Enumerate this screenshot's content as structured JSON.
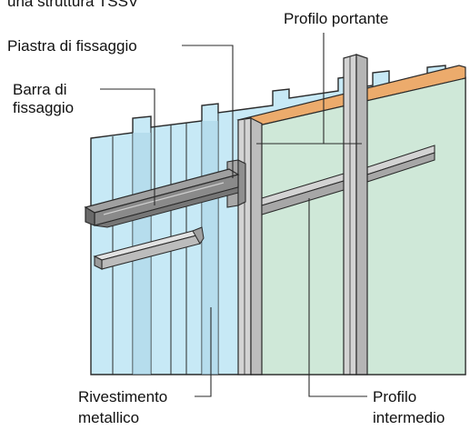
{
  "header_fragment": "una struttura TSSV",
  "labels": {
    "profilo_portante": "Profilo portante",
    "piastra_line1": "Piastra di fissaggio",
    "barra_line1": "Barra di",
    "barra_line2": "fissaggio",
    "rivestimento_line1": "Rivestimento",
    "rivestimento_line2": "metallico",
    "intermedio_line1": "Profilo",
    "intermedio_line2": "intermedio"
  },
  "colors": {
    "metal_cladding": "#c7e9f6",
    "metal_cladding_dark": "#a9d4e6",
    "panel": "#cfe8d8",
    "panel_edge": "#ecab6c",
    "profile": "#d3d3d3",
    "profile_dark": "#a7a7a7",
    "bar": "#8f8f8f",
    "bar_dark": "#6a6a6a",
    "outline": "#2a2a2a"
  }
}
